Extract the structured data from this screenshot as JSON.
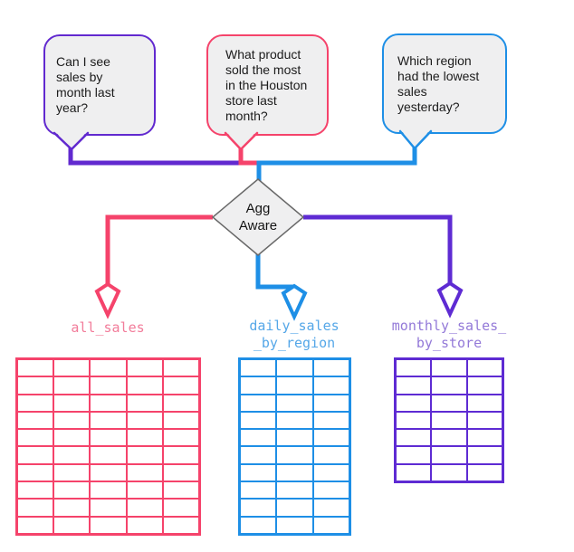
{
  "bubbles": [
    {
      "id": "sales-by-month",
      "text": "Can I see\nsales by\nmonth last\nyear?",
      "border_color": "#6129cf"
    },
    {
      "id": "product-most-houston",
      "text": "What product\nsold the most\nin the Houston\nstore last\nmonth?",
      "border_color": "#f5436b"
    },
    {
      "id": "region-lowest-sales",
      "text": "Which region\nhad the lowest\nsales\nyesterday?",
      "border_color": "#1e8fe6"
    }
  ],
  "decision": {
    "label": "Agg\nAware",
    "fill": "#efeff0",
    "stroke": "#696969"
  },
  "tables": [
    {
      "label": "all_sales",
      "grid": {
        "rows": 10,
        "cols": 5
      },
      "color": "#f5436b",
      "label_color": "#f27c9a"
    },
    {
      "label": "daily_sales\n_by_region",
      "grid": {
        "rows": 10,
        "cols": 3
      },
      "color": "#1e8fe6",
      "label_color": "#55a7e8"
    },
    {
      "label": "monthly_sales_\nby_store",
      "grid": {
        "rows": 7,
        "cols": 3
      },
      "color": "#5e2bd3",
      "label_color": "#9379d8"
    }
  ],
  "colors": {
    "purple": "#6129cf",
    "pink": "#f5436b",
    "blue": "#1e8fe6",
    "bubble_fill": "#efeff0",
    "diamond_stroke": "#696969"
  }
}
